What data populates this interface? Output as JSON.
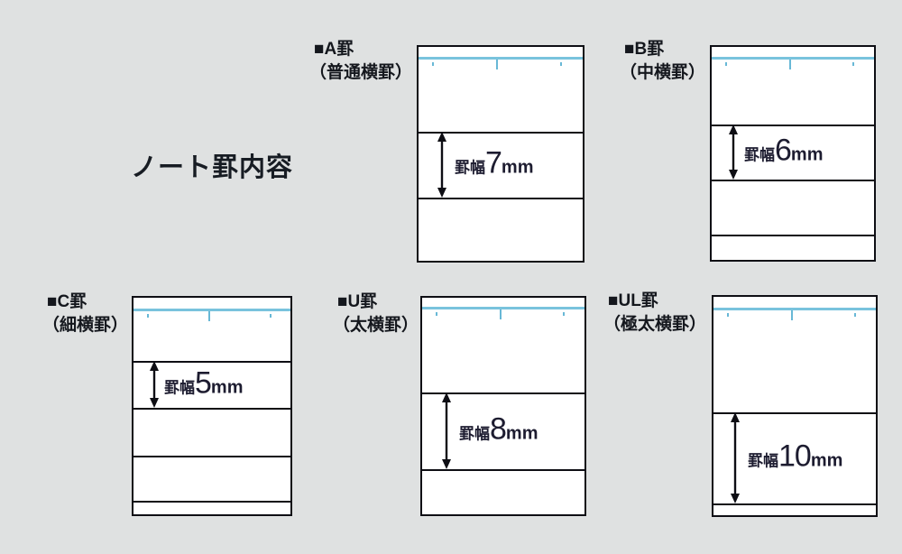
{
  "page": {
    "title": "ノート罫内容"
  },
  "colors": {
    "background": "#dfe1e1",
    "paper": "#ffffff",
    "rule_line": "#0e0e14",
    "margin_line_cyan": "#79c3dd",
    "label_text": "#14171d",
    "measure_text": "#1d1c30"
  },
  "notebooks": [
    {
      "name": "A罫",
      "label_line1": "■A罫",
      "label_line2": "（普通横罫）",
      "rule_width_mm": 7,
      "measure": {
        "prefix": "罫幅",
        "value": "7",
        "unit": "mm"
      }
    },
    {
      "name": "B罫",
      "label_line1": "■B罫",
      "label_line2": "（中横罫）",
      "rule_width_mm": 6,
      "measure": {
        "prefix": "罫幅",
        "value": "6",
        "unit": "mm"
      }
    },
    {
      "name": "C罫",
      "label_line1": "■C罫",
      "label_line2": "（細横罫）",
      "rule_width_mm": 5,
      "measure": {
        "prefix": "罫幅",
        "value": "5",
        "unit": "mm"
      }
    },
    {
      "name": "U罫",
      "label_line1": "■U罫",
      "label_line2": "（太横罫）",
      "rule_width_mm": 8,
      "measure": {
        "prefix": "罫幅",
        "value": "8",
        "unit": "mm"
      }
    },
    {
      "name": "UL罫",
      "label_line1": "■UL罫",
      "label_line2": "（極太横罫）",
      "rule_width_mm": 10,
      "measure": {
        "prefix": "罫幅",
        "value": "10",
        "unit": "mm"
      }
    }
  ]
}
